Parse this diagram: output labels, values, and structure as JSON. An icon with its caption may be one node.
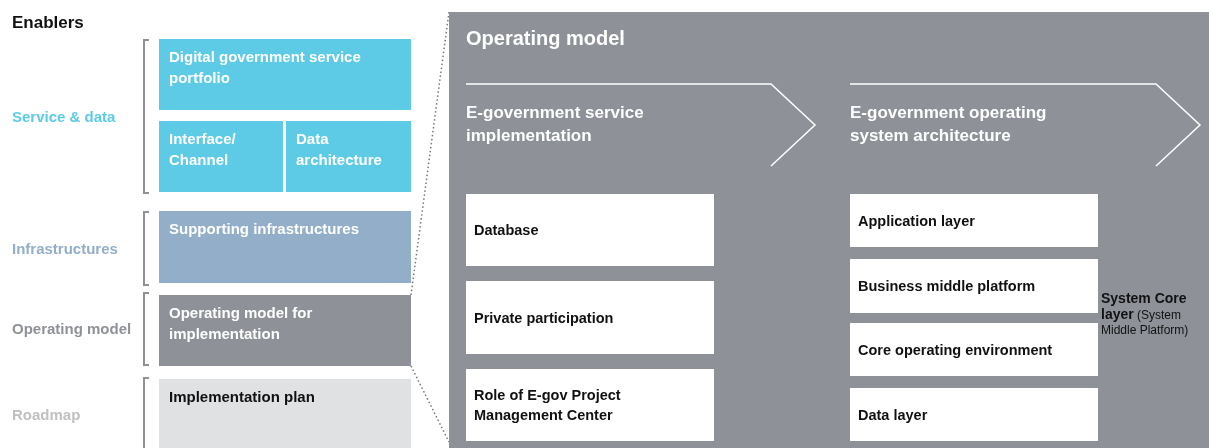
{
  "diagram": {
    "nodes": [
      {
        "text": [
          "Digital government service portfolio"
        ]
      },
      {
        "text": [
          "Interface/ Channel"
        ]
      },
      {
        "text": [
          "Data architecture"
        ]
      },
      {
        "text": [
          "Supporting infrastructures"
        ]
      },
      {
        "text": [
          "Operating model for implementation"
        ]
      },
      {
        "text": [
          "Implementation plan"
        ]
      },
      {
        "text": [
          "Operating model"
        ]
      },
      {
        "text": [
          "E-government service implementation"
        ],
        "in": 6
      },
      {
        "text": [
          "E-government operating system architecture"
        ],
        "in": 6
      },
      {
        "text": [
          "Database"
        ],
        "in": 6
      },
      {
        "text": [
          "Private participation"
        ],
        "in": 6
      },
      {
        "text": [
          "Role of E-gov Project Management Center"
        ],
        "in": 6
      },
      {
        "text": [
          "Application layer"
        ],
        "in": 6
      },
      {
        "text": [
          "Business middle platform"
        ],
        "in": 6
      },
      {
        "text": [
          "Core operating environment"
        ],
        "in": 6
      },
      {
        "text": [
          "Data layer"
        ],
        "in": 6
      }
    ],
    "edges": [
      {
        "from": 4,
        "to": 6,
        "arrow": "none",
        "style": "dashed"
      },
      {
        "from": 4,
        "to": 6,
        "arrow": "none",
        "style": "dashed"
      }
    ],
    "labels": [
      "Enablers",
      "Service & data",
      "Infrastructures",
      "Operating model",
      "Roadmap",
      "**System Core layer** (System Middle Platform)"
    ]
  }
}
